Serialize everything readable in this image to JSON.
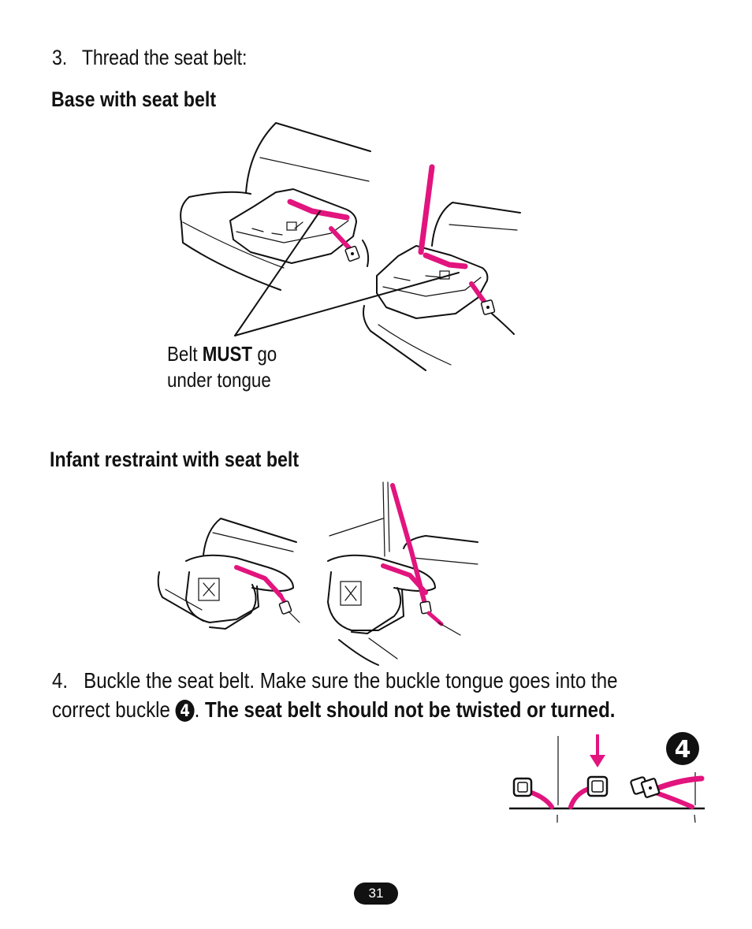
{
  "step3": {
    "number": "3.",
    "text": "Thread the seat belt:"
  },
  "base_section": {
    "heading": "Base with seat belt",
    "callout_prefix": "Belt ",
    "callout_bold": "MUST",
    "callout_suffix": " go",
    "callout_line2": "under tongue"
  },
  "infant_section": {
    "heading": "Infant restraint with seat belt"
  },
  "step4": {
    "number": "4.",
    "line1": "Buckle the seat belt. Make sure the buckle tongue goes into the",
    "line2_prefix": "correct buckle ",
    "badge": "4",
    "line2_punct": ". ",
    "line2_bold": "The seat belt should not be twisted or turned."
  },
  "buckle_figure": {
    "badge": "4"
  },
  "footer": {
    "page_number": "31"
  },
  "colors": {
    "belt": "#e2147e",
    "ink": "#111111",
    "background": "#ffffff"
  }
}
